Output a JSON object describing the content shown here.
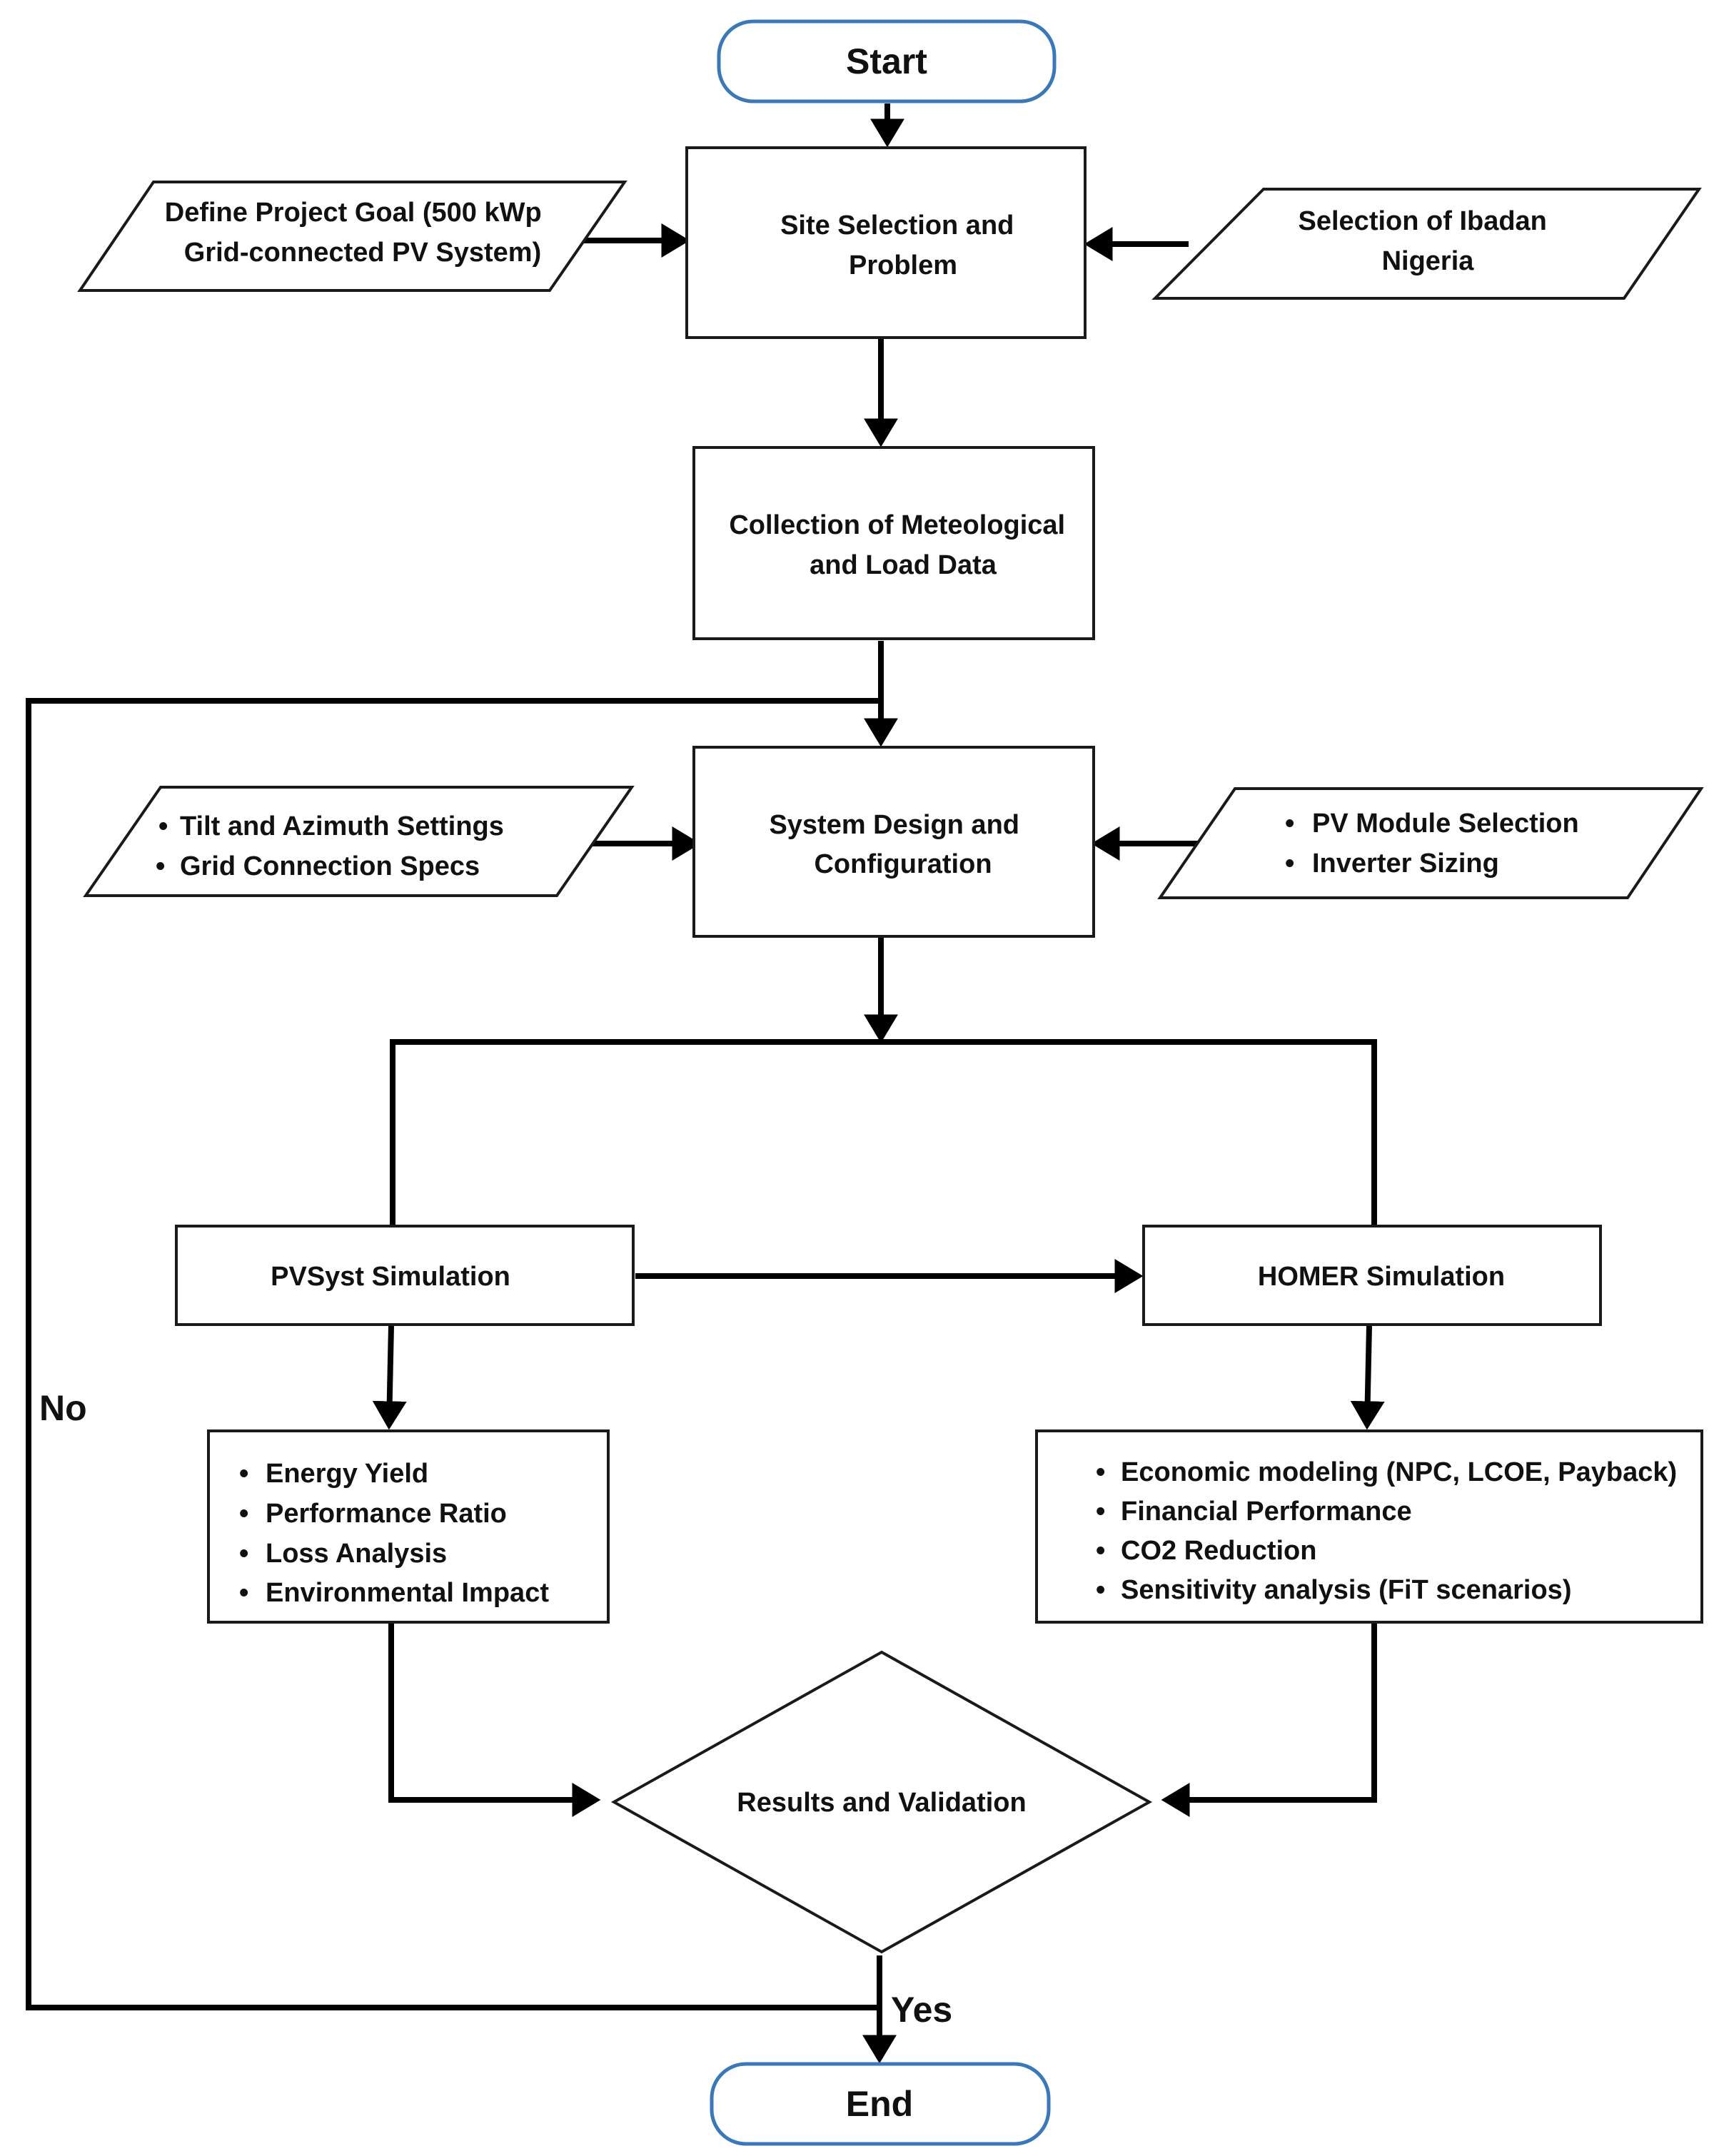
{
  "nodes": {
    "start": "Start",
    "define_goal": [
      "Define Project Goal (500 kWp",
      "Grid-connected PV System)"
    ],
    "site_selection": [
      "Site Selection and",
      "Problem"
    ],
    "ibadan": [
      "Selection of Ibadan",
      "Nigeria"
    ],
    "collection": [
      "Collection of Meteological",
      "and Load Data"
    ],
    "tilt": [
      "Tilt and Azimuth Settings",
      "Grid Connection Specs"
    ],
    "system_design": [
      "System Design and",
      "Configuration"
    ],
    "pv_module": [
      "PV Module Selection",
      "Inverter Sizing"
    ],
    "pvsyst": "PVSyst Simulation",
    "homer": "HOMER Simulation",
    "pvsyst_outputs": [
      "Energy Yield",
      "Performance Ratio",
      "Loss Analysis",
      "Environmental Impact"
    ],
    "homer_outputs": [
      "Economic modeling (NPC, LCOE, Payback)",
      "Financial Performance",
      "CO2 Reduction",
      "Sensitivity analysis (FiT scenarios)"
    ],
    "results": "Results and Validation",
    "end": "End"
  },
  "labels": {
    "no": "No",
    "yes": "Yes"
  },
  "colors": {
    "terminal_border": "#3b78b8",
    "line": "#000000"
  }
}
